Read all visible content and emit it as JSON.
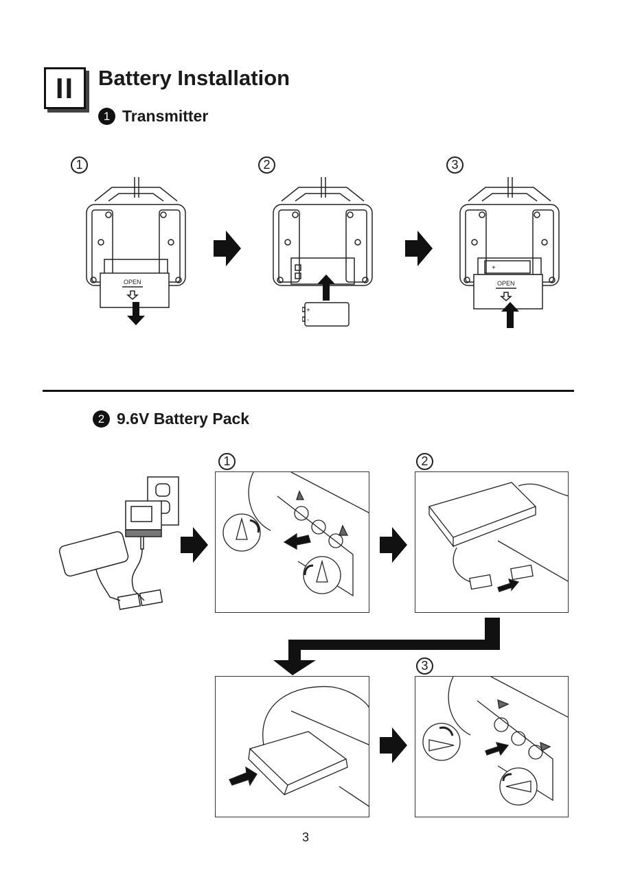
{
  "section": {
    "roman_numeral": "II",
    "title": "Battery Installation"
  },
  "subsections": [
    {
      "number": "1",
      "title": "Transmitter",
      "steps": [
        {
          "number": "1",
          "label_text": "OPEN",
          "action": "slide cover down"
        },
        {
          "number": "2",
          "action": "insert battery up",
          "terminals": [
            "+",
            "-"
          ]
        },
        {
          "number": "3",
          "label_text": "OPEN",
          "action": "slide cover up",
          "terminal": "+"
        }
      ]
    },
    {
      "number": "2",
      "title": "9.6V Battery Pack",
      "steps": [
        {
          "number": "1",
          "action": "rotate latches open"
        },
        {
          "number": "2",
          "action": "connect battery plug"
        },
        {
          "number": "",
          "action": "insert battery pack"
        },
        {
          "number": "3",
          "action": "rotate latches closed"
        }
      ]
    }
  ],
  "page_number": "3"
}
